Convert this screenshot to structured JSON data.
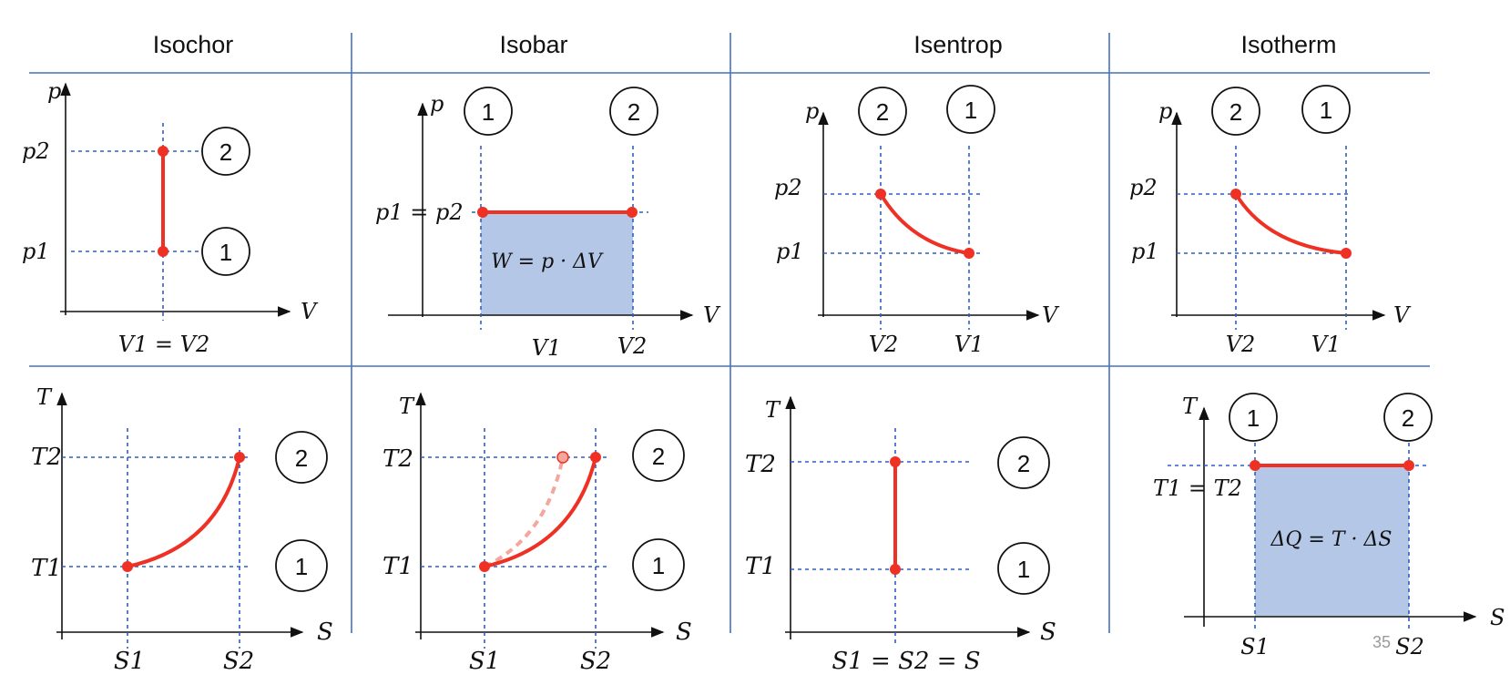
{
  "headers": [
    "Isochor",
    "Isobar",
    "Isentrop",
    "Isotherm"
  ],
  "slide_number": "35",
  "colors": {
    "grid_line": "#4472C4",
    "curve": "#EE3124",
    "area_fill": "#B4C7E7",
    "dotted_guides": "#2F5FBF"
  },
  "pv": {
    "isochor": {
      "y_axis": "p",
      "x_axis": "V",
      "p_high": "p2",
      "p_low": "p1",
      "v_label": "V1 = V2",
      "state_top": "2",
      "state_bottom": "1"
    },
    "isobar": {
      "y_axis": "p",
      "x_axis": "V",
      "p_label": "p1 = p2",
      "v_left": "V1",
      "v_right": "V2",
      "state_left": "1",
      "state_right": "2",
      "area_label": "W = p · ΔV"
    },
    "isentrop": {
      "y_axis": "p",
      "x_axis": "V",
      "p_high": "p2",
      "p_low": "p1",
      "v_left": "V2",
      "v_right": "V1",
      "state_left": "2",
      "state_right": "1"
    },
    "isotherm": {
      "y_axis": "p",
      "x_axis": "V",
      "p_high": "p2",
      "p_low": "p1",
      "v_left": "V2",
      "v_right": "V1",
      "state_left": "2",
      "state_right": "1"
    }
  },
  "ts": {
    "isochor": {
      "y_axis": "T",
      "x_axis": "S",
      "t_high": "T2",
      "t_low": "T1",
      "s_left": "S1",
      "s_right": "S2",
      "state_top": "2",
      "state_bottom": "1"
    },
    "isobar": {
      "y_axis": "T",
      "x_axis": "S",
      "t_high": "T2",
      "t_low": "T1",
      "s_left": "S1",
      "s_right": "S2",
      "state_top": "2",
      "state_bottom": "1"
    },
    "isentrop": {
      "y_axis": "T",
      "x_axis": "S",
      "t_high": "T2",
      "t_low": "T1",
      "s_label": "S1 = S2 = S",
      "state_top": "2",
      "state_bottom": "1"
    },
    "isotherm": {
      "y_axis": "T",
      "x_axis": "S",
      "t_label": "T1 = T2",
      "s_left": "S1",
      "s_right": "S2",
      "state_left": "1",
      "state_right": "2",
      "area_label": "ΔQ = T · ΔS"
    }
  }
}
